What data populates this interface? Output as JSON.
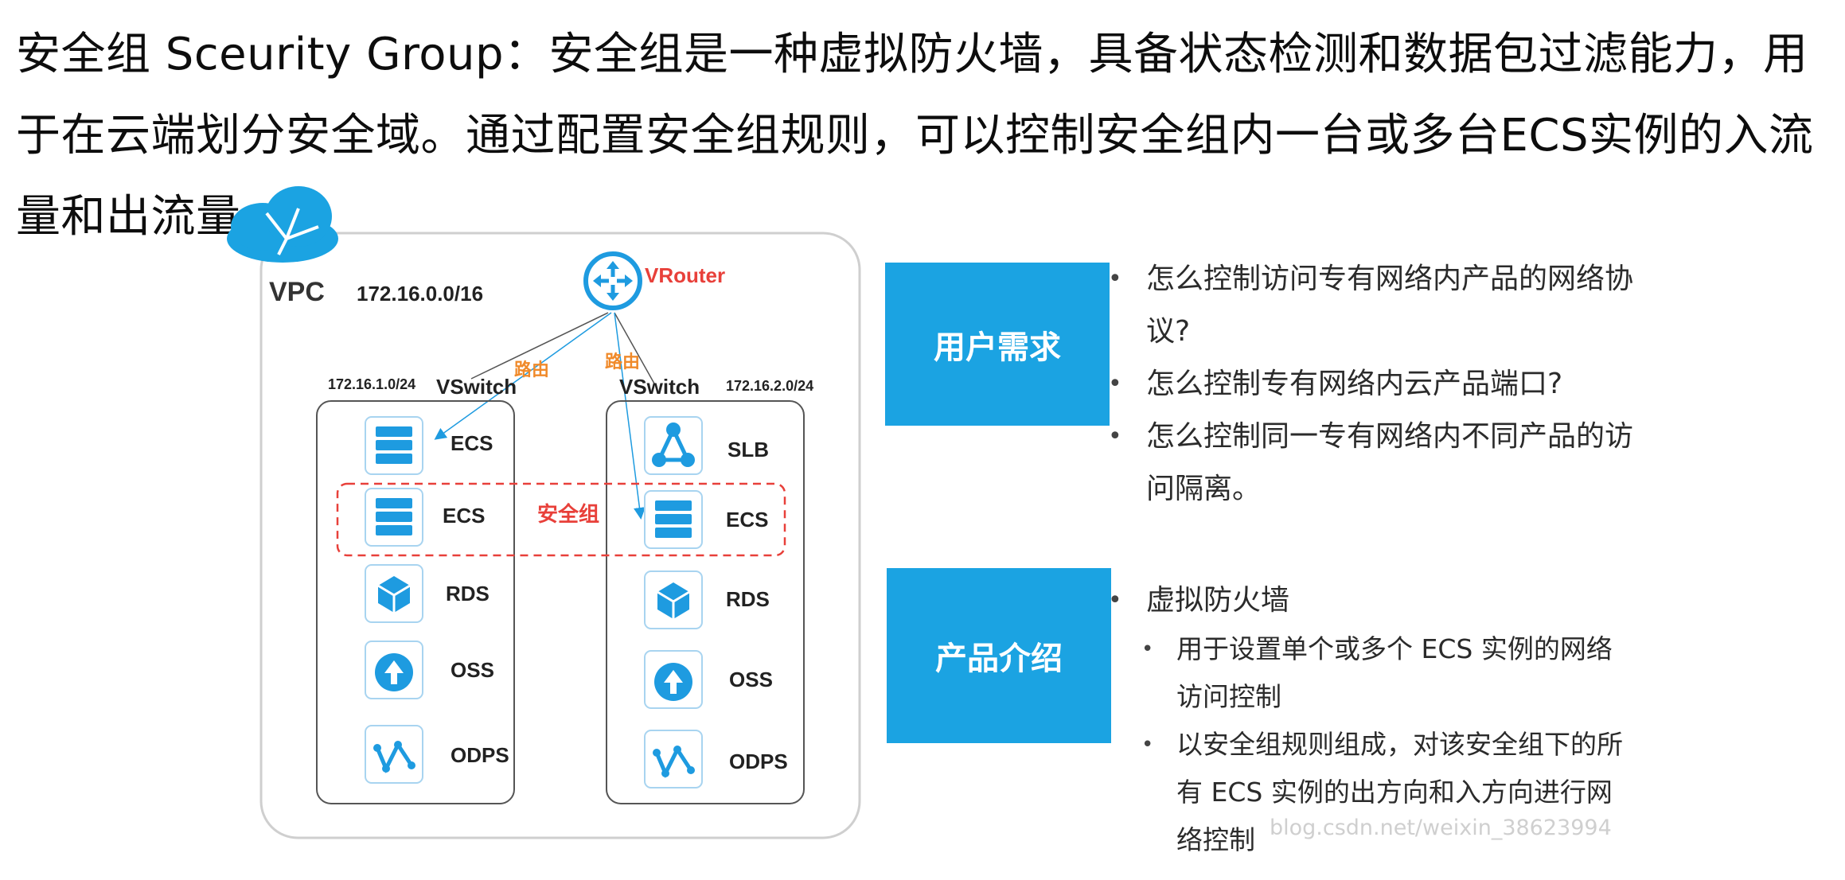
{
  "intro_text": "安全组 Sceurity Group：安全组是一种虚拟防火墙，具备状态检测和数据包过滤能力，用于在云端划分安全域。通过配置安全组规则，可以控制安全组内一台或多台ECS实例的入流量和出流量。",
  "diagram": {
    "vpc_label": "VPC",
    "vpc_cidr": "172.16.0.0/16",
    "router_label": "VRouter",
    "route_label_1": "路由",
    "route_label_2": "路由",
    "security_group_label": "安全组",
    "left_switch": {
      "cidr": "172.16.1.0/24",
      "label": "VSwitch",
      "items": [
        {
          "label": "ECS",
          "icon": "server-icon"
        },
        {
          "label": "ECS",
          "icon": "server-icon"
        },
        {
          "label": "RDS",
          "icon": "database-icon"
        },
        {
          "label": "OSS",
          "icon": "storage-icon"
        },
        {
          "label": "ODPS",
          "icon": "analytics-icon"
        }
      ]
    },
    "right_switch": {
      "cidr": "172.16.2.0/24",
      "label": "VSwitch",
      "items": [
        {
          "label": "SLB",
          "icon": "load-balancer-icon"
        },
        {
          "label": "ECS",
          "icon": "server-icon"
        },
        {
          "label": "RDS",
          "icon": "database-icon"
        },
        {
          "label": "OSS",
          "icon": "storage-icon"
        },
        {
          "label": "ODPS",
          "icon": "analytics-icon"
        }
      ]
    },
    "colors": {
      "accent": "#1ba3e2",
      "icon_blue": "#1e9be0",
      "security_group_red": "#e8403a",
      "route_orange": "#f08a2a",
      "outline_gray": "#c8c8c8"
    }
  },
  "user_needs": {
    "title": "用户需求",
    "bullets": [
      "怎么控制访问专有网络内产品的网络协议?",
      "怎么控制专有网络内云产品端口?",
      "怎么控制同一专有网络内不同产品的访问隔离。"
    ]
  },
  "product_intro": {
    "title": "产品介绍",
    "bullet": "虚拟防火墙",
    "sub_bullets": [
      "用于设置单个或多个 ECS 实例的网络访问控制",
      "以安全组规则组成，对该安全组下的所有 ECS 实例的出方向和入方向进行网络控制"
    ]
  },
  "watermark": "blog.csdn.net/weixin_38623994"
}
